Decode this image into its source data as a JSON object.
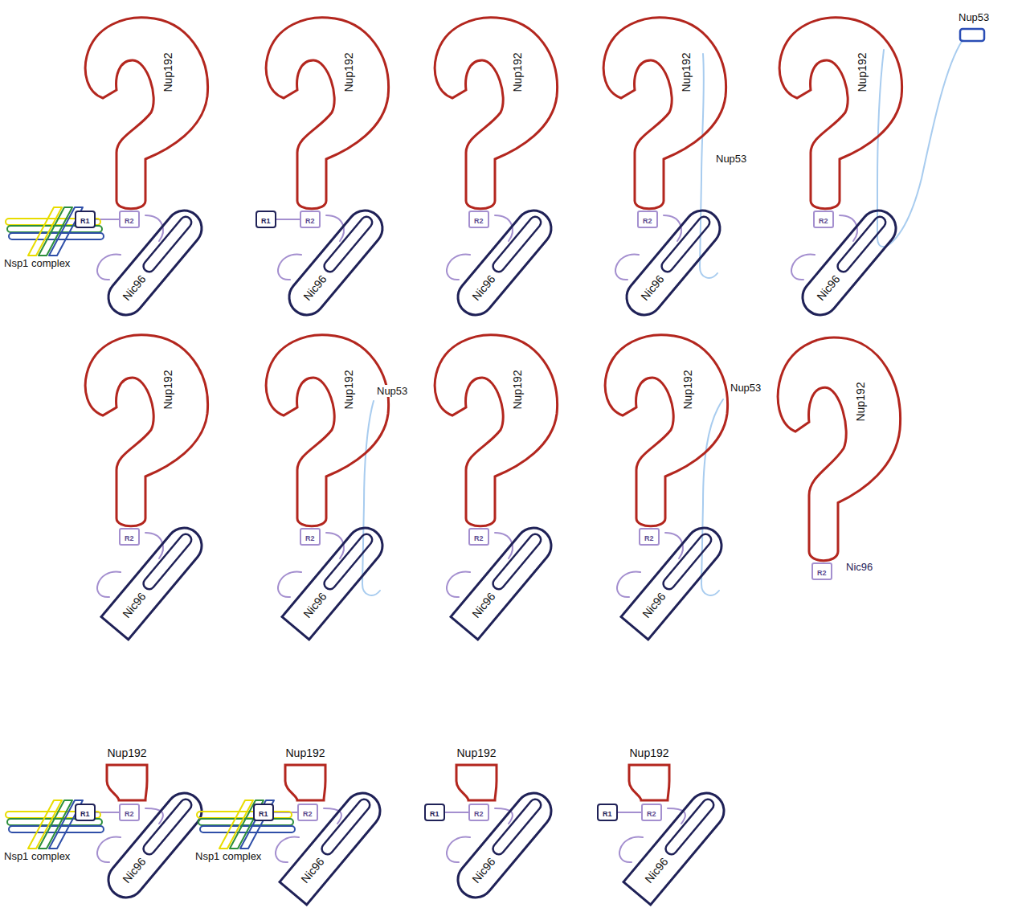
{
  "diagram": {
    "nodes": [
      {
        "text": [
          "Nup192"
        ]
      },
      {
        "text": [
          "Nsp1 complex"
        ]
      },
      {
        "text": [
          "R1"
        ]
      },
      {
        "text": [
          "R2"
        ]
      },
      {
        "text": [
          "Nic96"
        ]
      },
      {
        "text": [
          "Nup192"
        ]
      },
      {
        "text": [
          "R1"
        ]
      },
      {
        "text": [
          "R2"
        ]
      },
      {
        "text": [
          "Nic96"
        ]
      },
      {
        "text": [
          "Nup192"
        ]
      },
      {
        "text": [
          "R2"
        ]
      },
      {
        "text": [
          "Nic96"
        ]
      },
      {
        "text": [
          "Nup192"
        ]
      },
      {
        "text": [
          "R2"
        ]
      },
      {
        "text": [
          "Nic96"
        ]
      },
      {
        "text": [
          "Nup192"
        ]
      },
      {
        "text": [
          "Nup53"
        ]
      },
      {
        "text": [
          "R2"
        ]
      },
      {
        "text": [
          "Nic96"
        ]
      },
      {
        "text": [
          "Nup192"
        ]
      },
      {
        "text": [
          "R2"
        ]
      },
      {
        "text": [
          "Nic96"
        ]
      },
      {
        "text": [
          "Nup192"
        ]
      },
      {
        "text": [
          "R2"
        ]
      },
      {
        "text": [
          "Nic96"
        ]
      },
      {
        "text": [
          "Nup192"
        ]
      },
      {
        "text": [
          "R2"
        ]
      },
      {
        "text": [
          "Nic96"
        ]
      },
      {
        "text": [
          "Nup192"
        ]
      },
      {
        "text": [
          "R2"
        ]
      },
      {
        "text": [
          "Nic96"
        ]
      },
      {
        "text": [
          "Nup192"
        ]
      },
      {
        "text": [
          "R2"
        ]
      },
      {
        "text": [
          "Nup192"
        ]
      },
      {
        "text": [
          "Nsp1 complex"
        ]
      },
      {
        "text": [
          "R1"
        ]
      },
      {
        "text": [
          "R2"
        ]
      },
      {
        "text": [
          "Nic96"
        ]
      },
      {
        "text": [
          "Nup192"
        ]
      },
      {
        "text": [
          "Nsp1 complex"
        ]
      },
      {
        "text": [
          "R1"
        ]
      },
      {
        "text": [
          "R2"
        ]
      },
      {
        "text": [
          "Nic96"
        ]
      },
      {
        "text": [
          "Nup192"
        ]
      },
      {
        "text": [
          "R1"
        ]
      },
      {
        "text": [
          "R2"
        ]
      },
      {
        "text": [
          "Nic96"
        ]
      },
      {
        "text": [
          "Nup192"
        ]
      },
      {
        "text": [
          "R1"
        ]
      },
      {
        "text": [
          "R2"
        ]
      },
      {
        "text": [
          "Nic96"
        ]
      }
    ],
    "edges": [
      {
        "from": 2,
        "to": 3,
        "arrow": "none"
      },
      {
        "from": 6,
        "to": 7,
        "arrow": "none"
      },
      {
        "from": 35,
        "to": 36,
        "arrow": "none"
      },
      {
        "from": 40,
        "to": 41,
        "arrow": "none"
      },
      {
        "from": 44,
        "to": 45,
        "arrow": "none"
      },
      {
        "from": 48,
        "to": 49,
        "arrow": "none"
      }
    ],
    "labels": [
      "Nup53",
      "Nup53",
      "Nup53",
      "Nic96"
    ]
  }
}
